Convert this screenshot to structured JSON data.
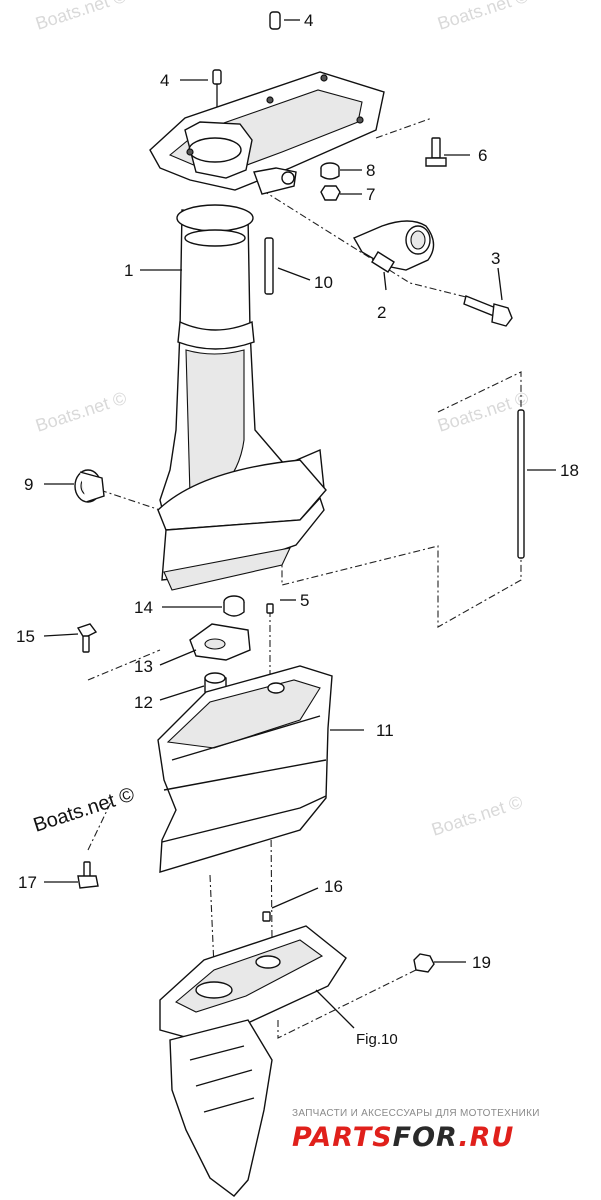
{
  "diagram": {
    "watermark": "Boats.net ©",
    "credit": "Boats.net ©",
    "figure_ref": "Fig.10",
    "callouts": {
      "c1": "1",
      "c2": "2",
      "c3": "3",
      "c4a": "4",
      "c4b": "4",
      "c5": "5",
      "c6": "6",
      "c7": "7",
      "c8": "8",
      "c9": "9",
      "c10": "10",
      "c11": "11",
      "c12": "12",
      "c13": "13",
      "c14": "14",
      "c15": "15",
      "c16": "16",
      "c17": "17",
      "c18": "18",
      "c19": "19"
    }
  },
  "brand": {
    "tagline": "ЗАПЧАСТИ И АКСЕССУАРЫ ДЛЯ МОТОТЕХНИКИ",
    "name_red": "PARTS",
    "name_dark": "FOR",
    "name_tld": ".RU",
    "color_red": "#e0201b",
    "color_dark": "#2a2a2a"
  }
}
